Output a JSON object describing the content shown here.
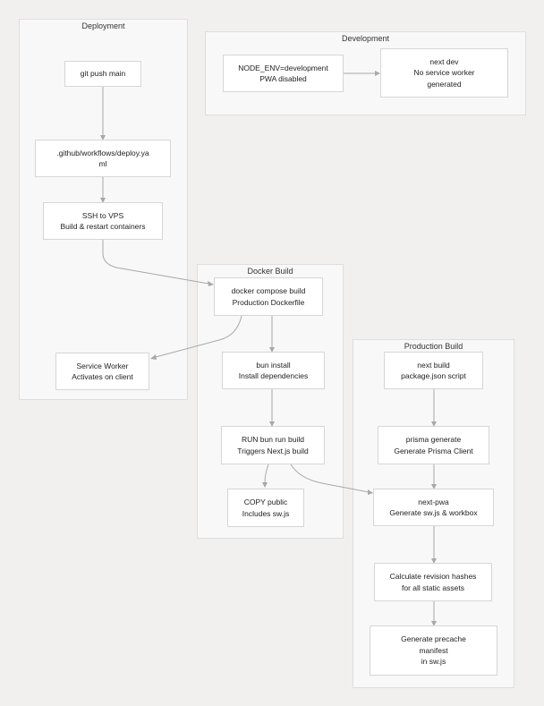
{
  "clusters": {
    "deployment": "Deployment",
    "development": "Development",
    "docker_build": "Docker Build",
    "production_build": "Production Build"
  },
  "nodes": {
    "git_push": [
      "git push main"
    ],
    "deploy_yaml": [
      ".github/workflows/deploy.ya",
      "ml"
    ],
    "ssh": [
      "SSH to VPS",
      "Build & restart containers"
    ],
    "service_worker": [
      "Service Worker",
      "Activates on client"
    ],
    "node_env": [
      "NODE_ENV=development",
      "PWA disabled"
    ],
    "next_dev": [
      "next dev",
      "No service worker",
      "generated"
    ],
    "compose_build": [
      "docker compose build",
      "Production Dockerfile"
    ],
    "bun_install": [
      "bun install",
      "Install dependencies"
    ],
    "run_build": [
      "RUN bun run build",
      "Triggers Next.js build"
    ],
    "copy_public": [
      "COPY public",
      "Includes sw.js"
    ],
    "next_build": [
      "next build",
      "package.json script"
    ],
    "prisma": [
      "prisma generate",
      "Generate Prisma Client"
    ],
    "next_pwa": [
      "next-pwa",
      "Generate sw.js & workbox"
    ],
    "revision": [
      "Calculate revision hashes",
      "for all static assets"
    ],
    "precache": [
      "Generate precache",
      "manifest",
      "in sw.js"
    ]
  },
  "colors": {
    "background": "#f1f0ef",
    "cluster_fill": "#f8f8f8",
    "node_fill": "#ffffff",
    "edge": "#a8a8a8"
  }
}
